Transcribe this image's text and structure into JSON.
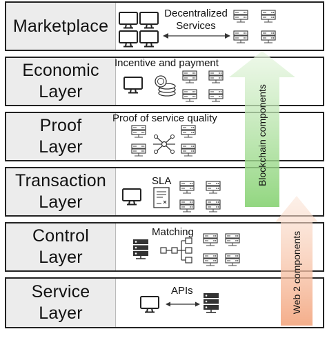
{
  "layers": [
    {
      "label": "Marketplace",
      "caption": "Decentralized\nServices"
    },
    {
      "label": "Economic\nLayer",
      "caption": "Incentive and payment"
    },
    {
      "label": "Proof\nLayer",
      "caption": "Proof of service quality"
    },
    {
      "label": "Transaction\nLayer",
      "caption": "SLA"
    },
    {
      "label": "Control\nLayer",
      "caption": "Matching"
    },
    {
      "label": "Service\nLayer",
      "caption": "APIs"
    }
  ],
  "arrows": {
    "blockchain": {
      "label": "Blockchain components",
      "color": "#7fcf6a"
    },
    "web2": {
      "label": "Web 2 components",
      "color": "#f3a57e"
    }
  },
  "icons": [
    "monitor-icon",
    "server-icon",
    "coins-icon",
    "network-icon",
    "document-icon",
    "hierarchy-icon",
    "double-arrow-icon"
  ]
}
